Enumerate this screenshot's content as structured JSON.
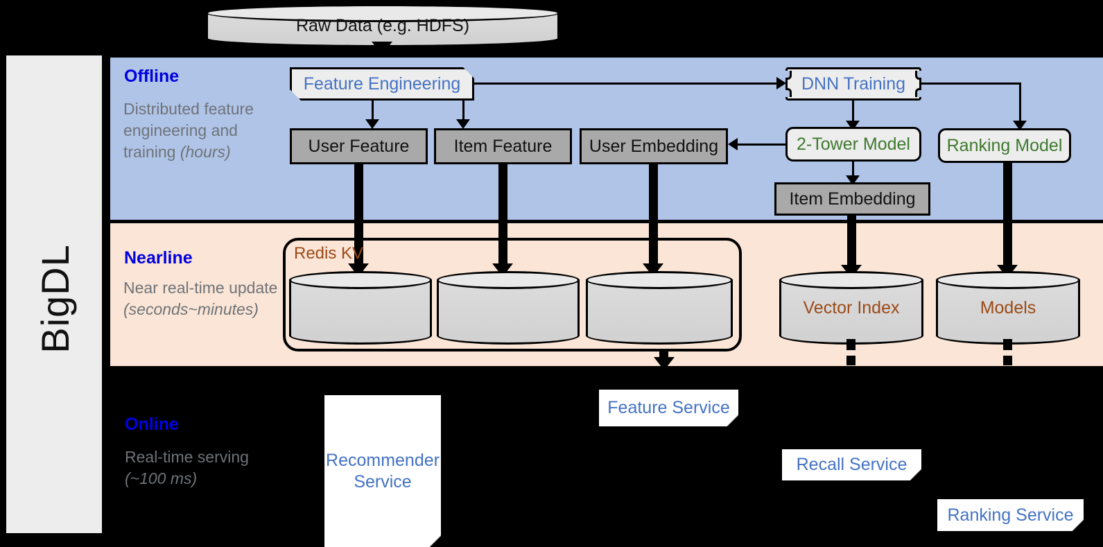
{
  "framework": {
    "name": "BigDL"
  },
  "source": {
    "label": "Raw Data (e.g. HDFS)"
  },
  "bands": {
    "offline": {
      "title": "Offline",
      "subtitle_line1": "Distributed feature engineering and training ",
      "subtitle_italic": "(hours)"
    },
    "nearline": {
      "title": "Nearline",
      "subtitle_line1": "Near real-time update ",
      "subtitle_italic": "(seconds~minutes)"
    },
    "online": {
      "title": "Online",
      "subtitle_line1": "Real-time serving ",
      "subtitle_italic": "(~100 ms)"
    }
  },
  "offline_nodes": {
    "feature_engineering": "Feature Engineering",
    "dnn_training": "DNN Training",
    "user_feature": "User Feature",
    "item_feature": "Item Feature",
    "user_embedding": "User Embedding",
    "two_tower_model": "2-Tower Model",
    "ranking_model": "Ranking Model",
    "item_embedding": "Item Embedding"
  },
  "nearline_nodes": {
    "redis_group": "Redis KV",
    "redis_store_1": "",
    "redis_store_2": "",
    "redis_store_3": "",
    "vector_index": "Vector Index",
    "models": "Models"
  },
  "online_nodes": {
    "recommender_service_l1": "Recommender",
    "recommender_service_l2": "Service",
    "feature_service": "Feature Service",
    "recall_service": "Recall Service",
    "ranking_service": "Ranking Service"
  },
  "colors": {
    "offline_band": "#B0C4E8",
    "nearline_band": "#FBE5D6",
    "online_band": "#000000",
    "rail": "#EDEDED",
    "band_title": "#0000E0",
    "band_subtitle": "#6E7378",
    "node_blue_text": "#4472C4",
    "node_green_text": "#3E7A2E",
    "cylinder_text": "#9C4A17",
    "data_box_fill": "#A9A9A9",
    "process_box_fill": "#EDEDED"
  }
}
